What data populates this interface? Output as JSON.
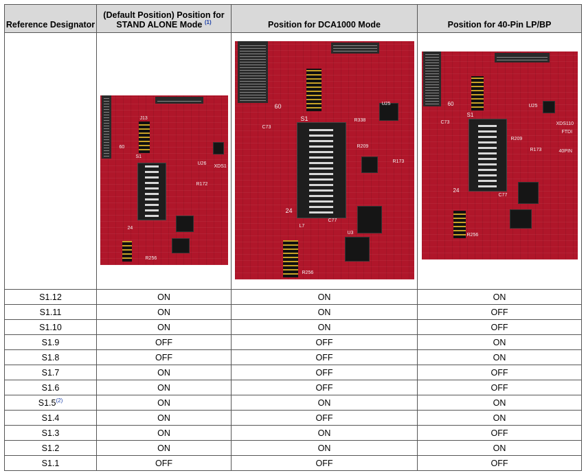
{
  "table": {
    "headers": {
      "ref": "Reference Designator",
      "standalone": "(Default Position) Position for STAND ALONE Mode",
      "standalone_note": "(1)",
      "dca1000": "Position for DCA1000 Mode",
      "lpbp": "Position for 40-Pin LP/BP"
    },
    "rows": [
      {
        "ref": "S1.12",
        "note": "",
        "standalone": "ON",
        "dca1000": "ON",
        "lpbp": "ON"
      },
      {
        "ref": "S1.11",
        "note": "",
        "standalone": "ON",
        "dca1000": "ON",
        "lpbp": "OFF"
      },
      {
        "ref": "S1.10",
        "note": "",
        "standalone": "ON",
        "dca1000": "ON",
        "lpbp": "OFF"
      },
      {
        "ref": "S1.9",
        "note": "",
        "standalone": "OFF",
        "dca1000": "OFF",
        "lpbp": "ON"
      },
      {
        "ref": "S1.8",
        "note": "",
        "standalone": "OFF",
        "dca1000": "OFF",
        "lpbp": "ON"
      },
      {
        "ref": "S1.7",
        "note": "",
        "standalone": "ON",
        "dca1000": "OFF",
        "lpbp": "OFF"
      },
      {
        "ref": "S1.6",
        "note": "",
        "standalone": "ON",
        "dca1000": "OFF",
        "lpbp": "OFF"
      },
      {
        "ref": "S1.5",
        "note": "(2)",
        "standalone": "ON",
        "dca1000": "ON",
        "lpbp": "ON"
      },
      {
        "ref": "S1.4",
        "note": "",
        "standalone": "ON",
        "dca1000": "OFF",
        "lpbp": "ON"
      },
      {
        "ref": "S1.3",
        "note": "",
        "standalone": "ON",
        "dca1000": "ON",
        "lpbp": "OFF"
      },
      {
        "ref": "S1.2",
        "note": "",
        "standalone": "ON",
        "dca1000": "ON",
        "lpbp": "ON"
      },
      {
        "ref": "S1.1",
        "note": "",
        "standalone": "OFF",
        "dca1000": "OFF",
        "lpbp": "OFF"
      }
    ]
  },
  "photos": {
    "standalone": {
      "labels": [
        "S1",
        "U26",
        "R172",
        "J13",
        "60",
        "24",
        "R256",
        "XDS1"
      ]
    },
    "dca1000": {
      "labels": [
        "S1",
        "C73",
        "R209",
        "R173",
        "U25",
        "60",
        "24",
        "R256",
        "C77",
        "L7",
        "R338",
        "U3"
      ]
    },
    "lpbp": {
      "labels": [
        "S1",
        "C73",
        "R209",
        "R173",
        "U25",
        "60",
        "24",
        "R256",
        "C77",
        "FTDI",
        "40PIN",
        "XDS110"
      ]
    }
  }
}
